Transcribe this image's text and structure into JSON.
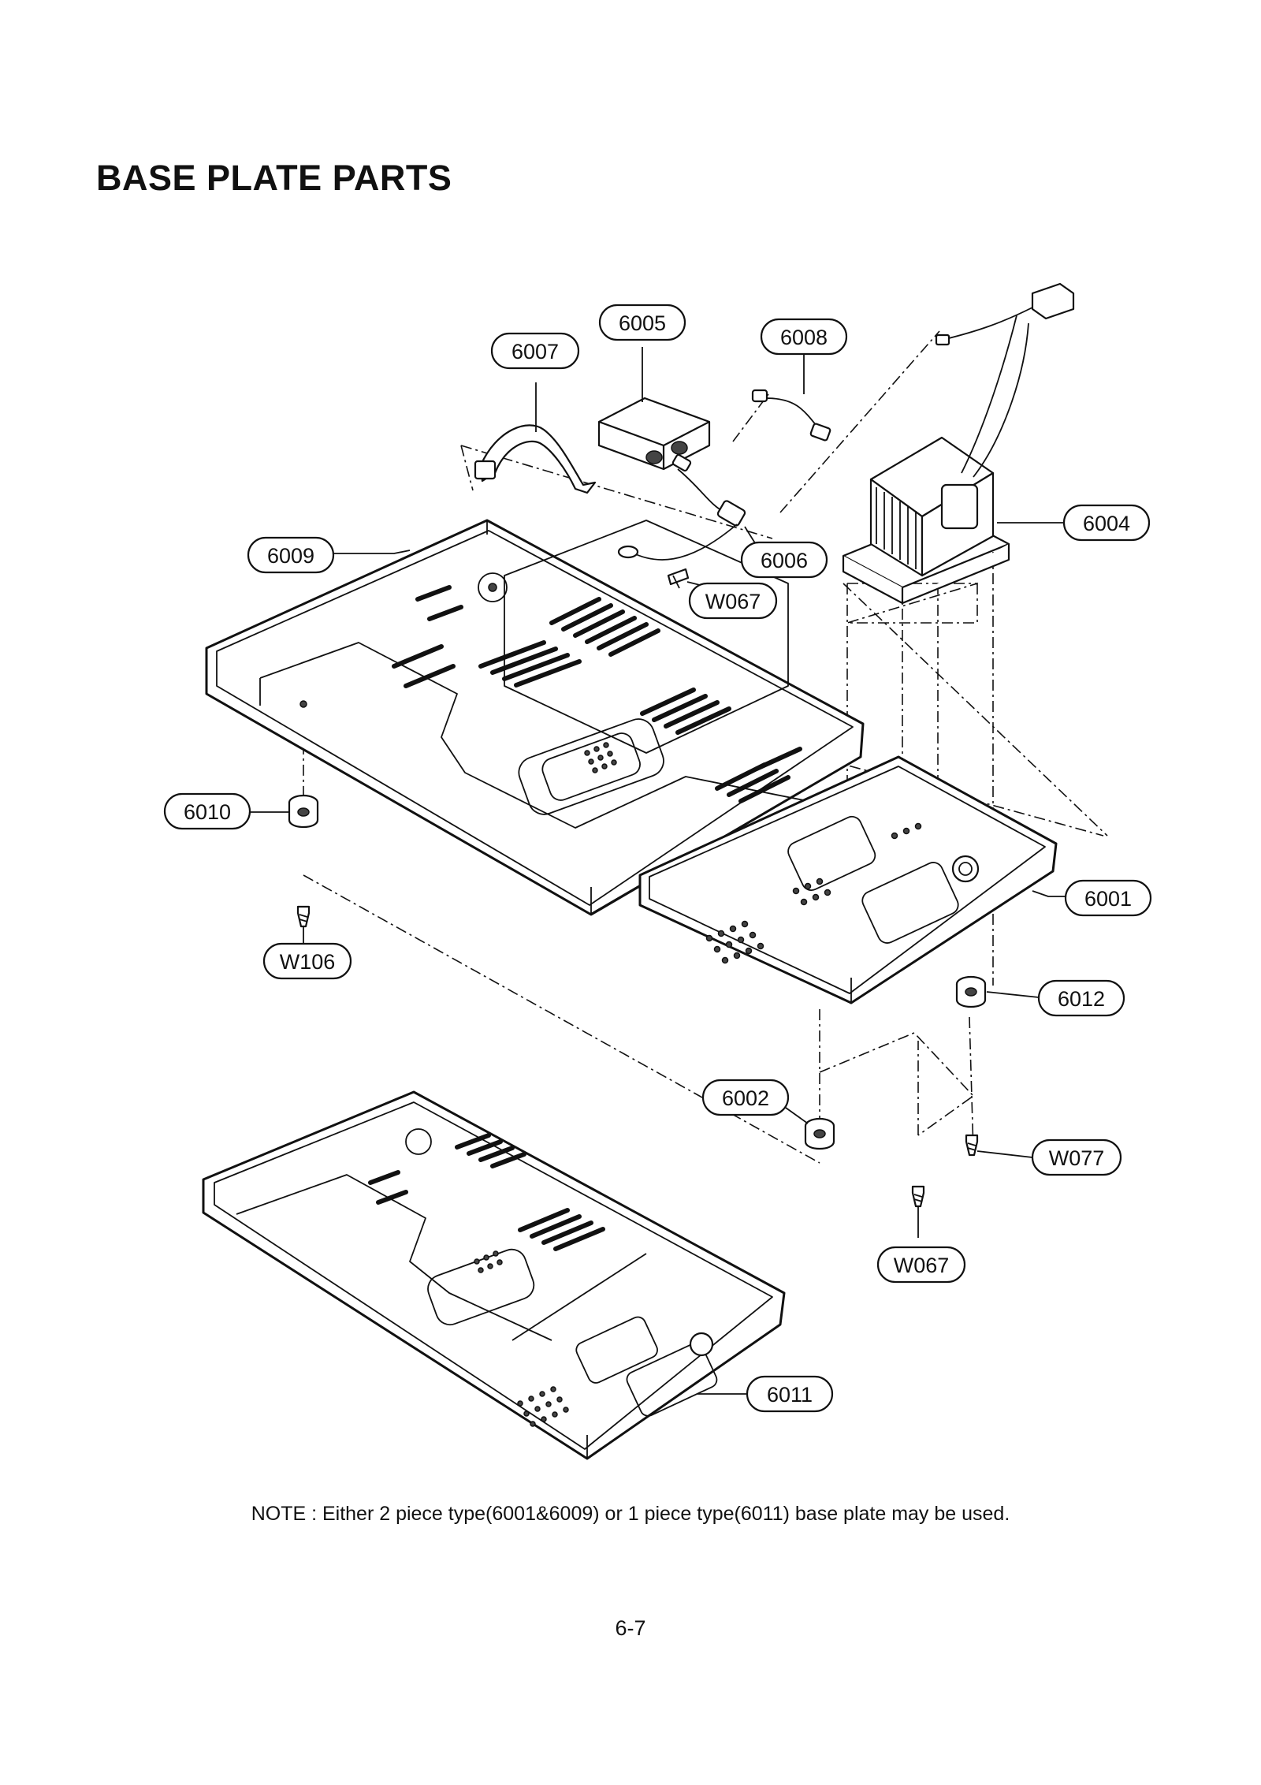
{
  "title": "BASE PLATE PARTS",
  "callouts": {
    "c6007": "6007",
    "c6005": "6005",
    "c6008": "6008",
    "c6004": "6004",
    "c6009": "6009",
    "c6006": "6006",
    "cW067a": "W067",
    "c6010": "6010",
    "c6001": "6001",
    "cW106": "W106",
    "c6012": "6012",
    "c6002": "6002",
    "cW077": "W077",
    "cW067b": "W067",
    "c6011": "6011"
  },
  "note": "NOTE : Either 2 piece type(6001&6009) or 1 piece type(6011) base plate may be used.",
  "page_number": "6-7"
}
